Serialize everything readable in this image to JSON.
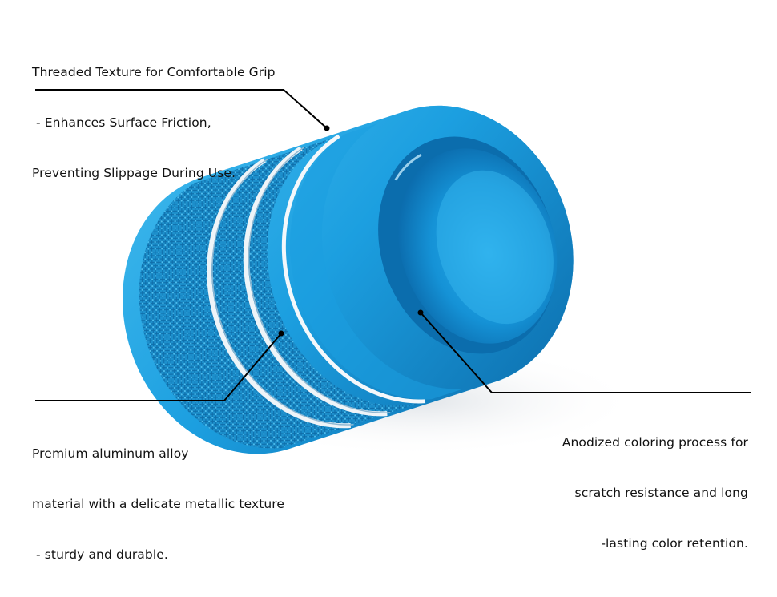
{
  "annotations": {
    "grip": {
      "lines": [
        "Threaded Texture for Comfortable Grip",
        " - Enhances Surface Friction,",
        "Preventing Slippage During Use."
      ]
    },
    "material": {
      "lines": [
        "Premium aluminum alloy",
        "material with a delicate metallic texture",
        " - sturdy and durable."
      ]
    },
    "anodized": {
      "lines": [
        "Anodized coloring process for",
        "scratch resistance and long",
        "-lasting color retention."
      ]
    }
  },
  "colors": {
    "ring_blue": "#1c9fe0",
    "ring_dark": "#0a5f9a",
    "ring_light": "#5cc6f2",
    "groove_silver": "#eef4f8",
    "leader_line": "#000000"
  },
  "subject": "blue-anodized-knurled-ring"
}
